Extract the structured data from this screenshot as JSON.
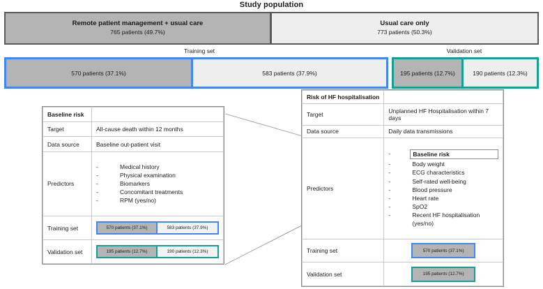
{
  "title": "Study population",
  "arms": [
    {
      "name": "Remote patient management + usual care",
      "detail": "765 patients (49.7%)"
    },
    {
      "name": "Usual care only",
      "detail": "773 patients (50.3%)"
    }
  ],
  "set_captions": {
    "training": "Training set",
    "validation": "Validation set"
  },
  "splits": {
    "training": [
      {
        "text": "570 patients (37.1%)"
      },
      {
        "text": "583 patients (37.9%)"
      }
    ],
    "validation": [
      {
        "text": "195 patients (12.7%)"
      },
      {
        "text": "190 patients (12.3%)"
      }
    ]
  },
  "colors": {
    "training_border": "#4285f4",
    "validation_border": "#159e94",
    "arm_rpm_fill": "#b4b4b4",
    "arm_usual_fill": "#eeeeee",
    "arm_border": "#5a5a5a",
    "table_border": "#c9c9c9"
  },
  "left_model": {
    "header": "Baseline risk",
    "rows": {
      "target_label": "Target",
      "target_value": "All-cause death within 12 months",
      "data_source_label": "Data source",
      "data_source_value": "Baseline out-patient visit",
      "predictors_label": "Predictors",
      "training_label": "Training set",
      "validation_label": "Validation set"
    },
    "predictors": [
      "Medical history",
      "Physical examination",
      "Biomarkers",
      "Concomitant treatments",
      "RPM (yes/no)"
    ],
    "training_boxes": [
      "570 patients (37.1%)",
      "583 patients (37.9%)"
    ],
    "validation_boxes": [
      "195 patients (12.7%)",
      "190 patients (12.3%)"
    ]
  },
  "right_model": {
    "header": "Risk of HF hospitalisation",
    "rows": {
      "target_label": "Target",
      "target_value": "Unplanned HF Hospitalisation within 7 days",
      "data_source_label": "Data source",
      "data_source_value": "Daily data transmissions",
      "predictors_label": "Predictors",
      "training_label": "Training set",
      "validation_label": "Validation set"
    },
    "predictors": [
      "Baseline risk",
      "Body weight",
      "ECG characteristics",
      "Self-rated well-being",
      "Blood pressure",
      "Heart rate",
      "SpO2",
      "Recent HF hospitalisation (yes/no)"
    ],
    "training_box": "570 patients (37.1%)",
    "validation_box": "195 patients (12.7%)"
  },
  "bullet_dash": "-"
}
